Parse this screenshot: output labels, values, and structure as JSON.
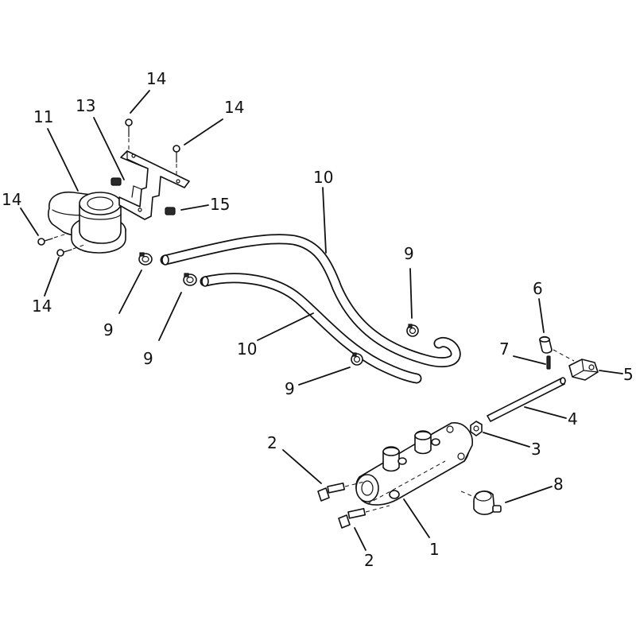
{
  "diagram": {
    "callouts": [
      {
        "id": "c-14-top",
        "text": "14"
      },
      {
        "id": "c-13",
        "text": "13"
      },
      {
        "id": "c-14-bracket",
        "text": "14"
      },
      {
        "id": "c-11",
        "text": "11"
      },
      {
        "id": "c-14-left",
        "text": "14"
      },
      {
        "id": "c-15",
        "text": "15"
      },
      {
        "id": "c-14-bottom",
        "text": "14"
      },
      {
        "id": "c-10-top",
        "text": "10"
      },
      {
        "id": "c-9-right",
        "text": "9"
      },
      {
        "id": "c-9-upper-left",
        "text": "9"
      },
      {
        "id": "c-9-lower-left",
        "text": "9"
      },
      {
        "id": "c-10-bottom",
        "text": "10"
      },
      {
        "id": "c-9-middle",
        "text": "9"
      },
      {
        "id": "c-6",
        "text": "6"
      },
      {
        "id": "c-7",
        "text": "7"
      },
      {
        "id": "c-5",
        "text": "5"
      },
      {
        "id": "c-4",
        "text": "4"
      },
      {
        "id": "c-3",
        "text": "3"
      },
      {
        "id": "c-2-upper",
        "text": "2"
      },
      {
        "id": "c-8",
        "text": "8"
      },
      {
        "id": "c-2-lower",
        "text": "2"
      },
      {
        "id": "c-1",
        "text": "1"
      }
    ]
  }
}
